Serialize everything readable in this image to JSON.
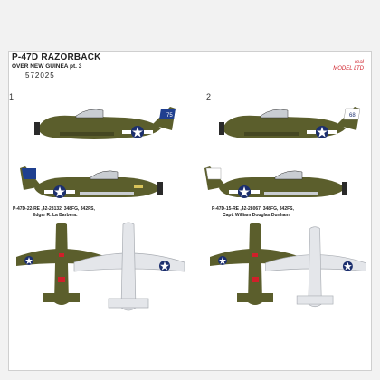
{
  "header": {
    "title": "P-47D RAZORBACK",
    "subtitle": "OVER NEW GUINEA pt. 3",
    "code": "572025"
  },
  "brand": {
    "line1": "real",
    "line2": "MODEL LTD"
  },
  "profiles": [
    {
      "number": "1",
      "tail_code": "75",
      "caption_line1": "P-47D-22-RE ,42-28132, 348FG, 342FS,",
      "caption_line2": "Edgar R. La Barbera."
    },
    {
      "number": "2",
      "tail_code": "68",
      "caption_line1": "P-47D-15-RE ,42-28067, 348FG, 342FS,",
      "caption_line2": "Capt. William Douglas Dunham"
    }
  ],
  "colors": {
    "olive": "#5b5e2c",
    "olive_dark": "#454722",
    "grey": "#c9cdd2",
    "tail_blue": "#1f3f8f",
    "insignia_blue": "#1c2f6e",
    "brand_red": "#d0202a"
  }
}
